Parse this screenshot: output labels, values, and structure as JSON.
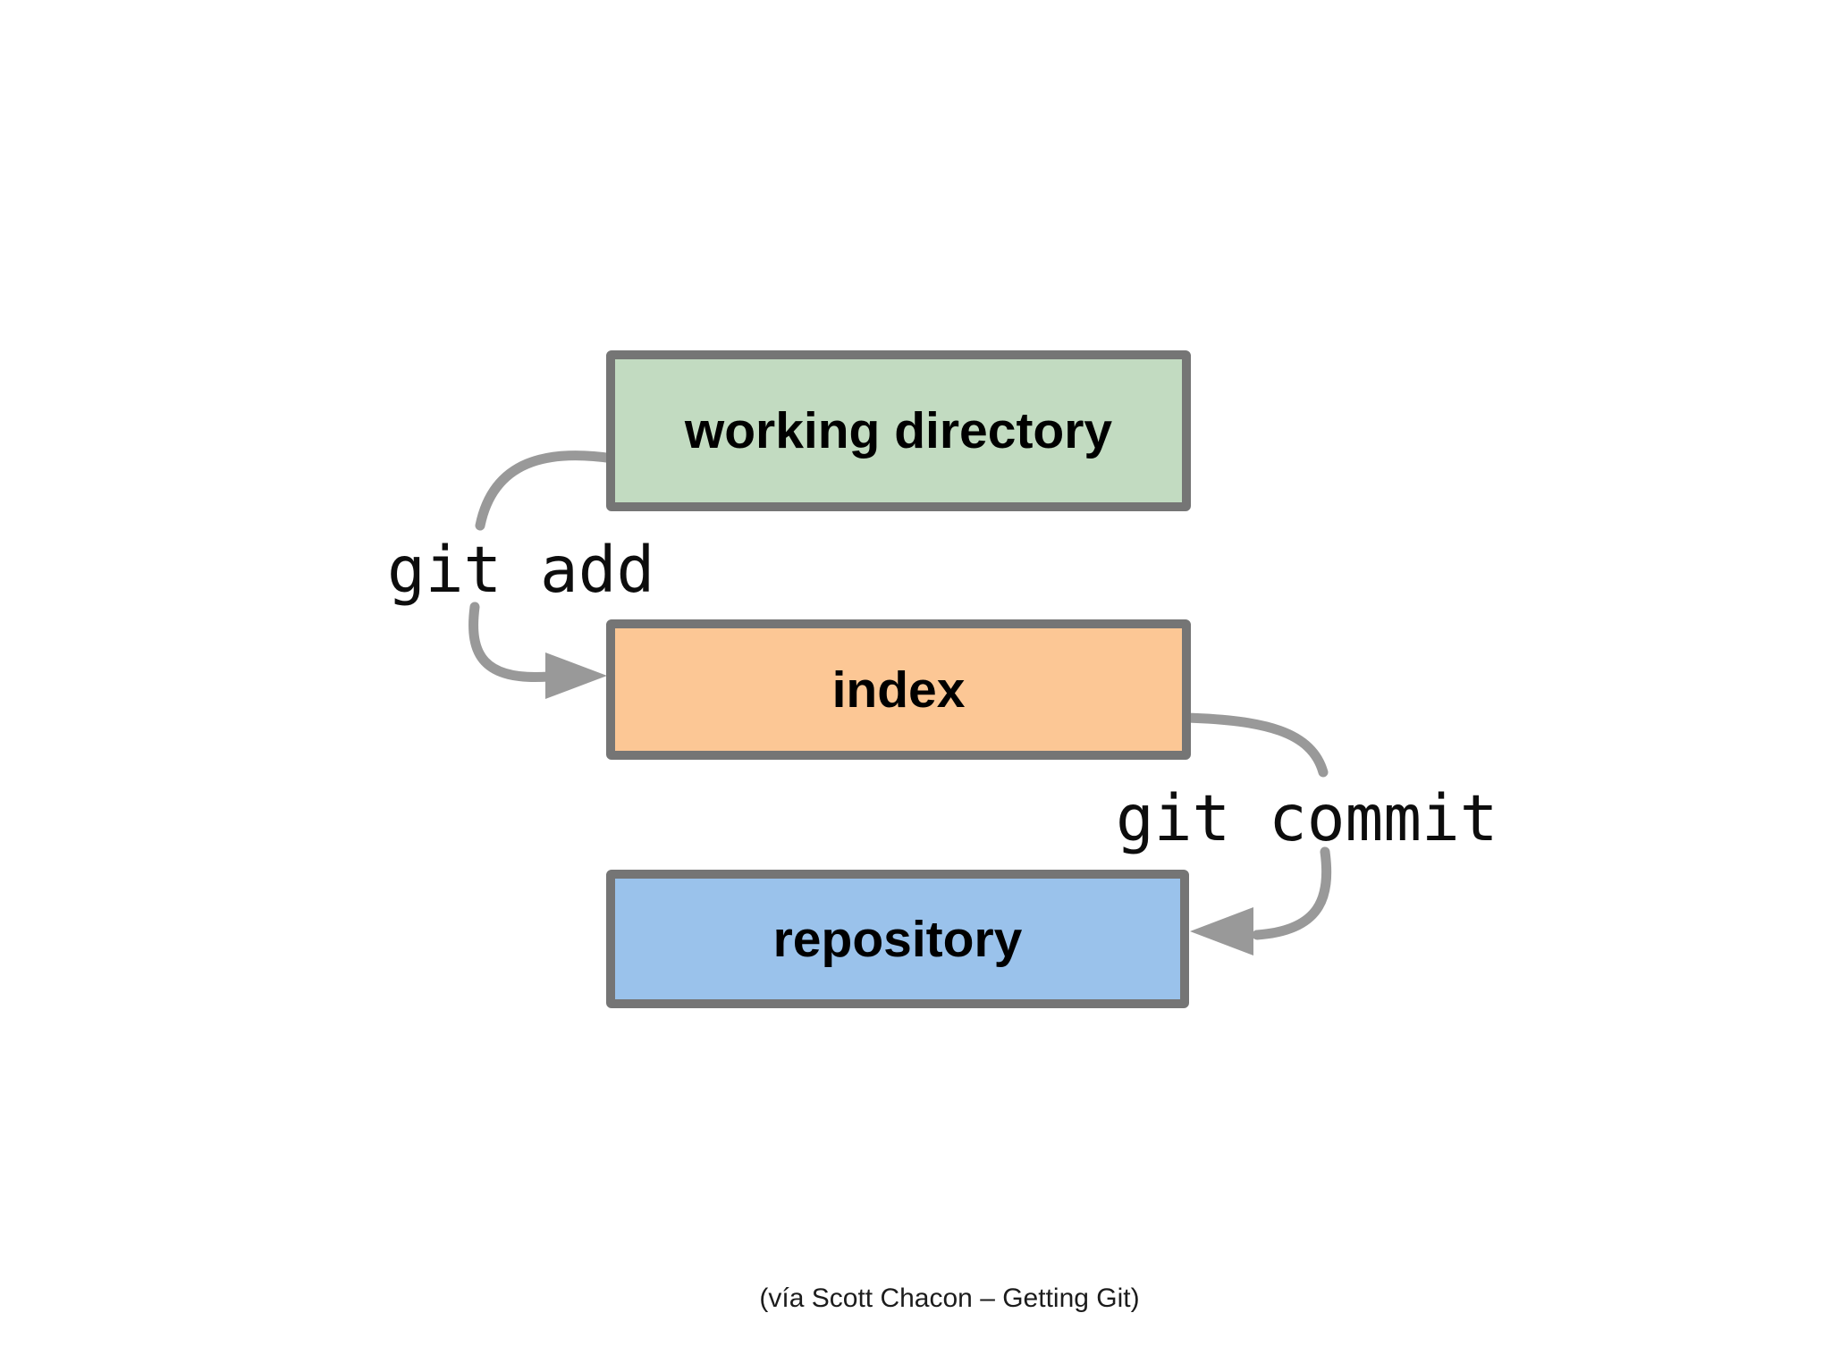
{
  "slide": {
    "background": "#ffffff",
    "caption": "(vía Scott Chacon – Getting Git)"
  },
  "diagram": {
    "nodes": [
      {
        "id": "working-directory",
        "label": "working directory",
        "fill": "#c2dbc1"
      },
      {
        "id": "index",
        "label": "index",
        "fill": "#fcc795"
      },
      {
        "id": "repository",
        "label": "repository",
        "fill": "#9ac2eb"
      }
    ],
    "edges": [
      {
        "id": "git-add",
        "label": "git add",
        "from": "working-directory",
        "to": "index"
      },
      {
        "id": "git-commit",
        "label": "git commit",
        "from": "index",
        "to": "repository"
      }
    ],
    "colors": {
      "node_border": "#757575",
      "arrow": "#999999",
      "text": "#000000"
    }
  }
}
